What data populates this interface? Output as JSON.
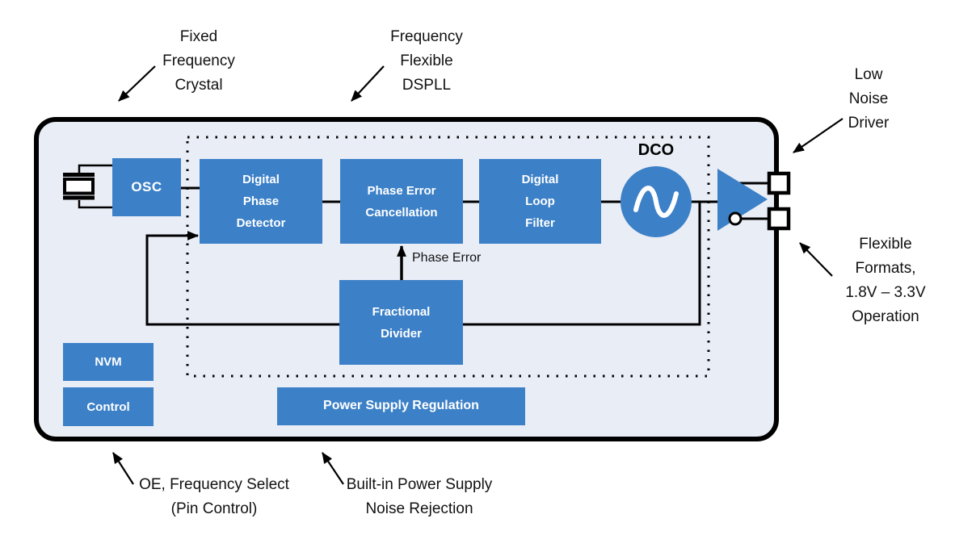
{
  "figure": {
    "description": "DSPLL clock generator block diagram",
    "colors": {
      "block_blue": "#3C80C7",
      "chip_fill": "#E9EDF6",
      "line_black": "#000000",
      "block_text": "#FFFFFF"
    }
  },
  "blocks": {
    "osc": "OSC",
    "digital_phase_detector": "Digital\nPhase\nDetector",
    "phase_error_cancellation": "Phase Error\nCancellation",
    "digital_loop_filter": "Digital\nLoop\nFilter",
    "fractional_divider": "Fractional\nDivider",
    "nvm": "NVM",
    "control": "Control",
    "power_supply_regulation": "Power Supply Regulation"
  },
  "labels": {
    "dco": "DCO",
    "phase_error": "Phase Error"
  },
  "callouts": {
    "fixed_crystal": "Fixed\nFrequency\nCrystal",
    "dspll": "Frequency\nFlexible\nDSPLL",
    "low_noise_driver": "Low\nNoise\nDriver",
    "flexible_formats": "Flexible\nFormats,\n1.8V – 3.3V\nOperation",
    "pin_control": "OE, Frequency Select\n(Pin Control)",
    "noise_rejection": "Built-in Power Supply\nNoise Rejection"
  }
}
